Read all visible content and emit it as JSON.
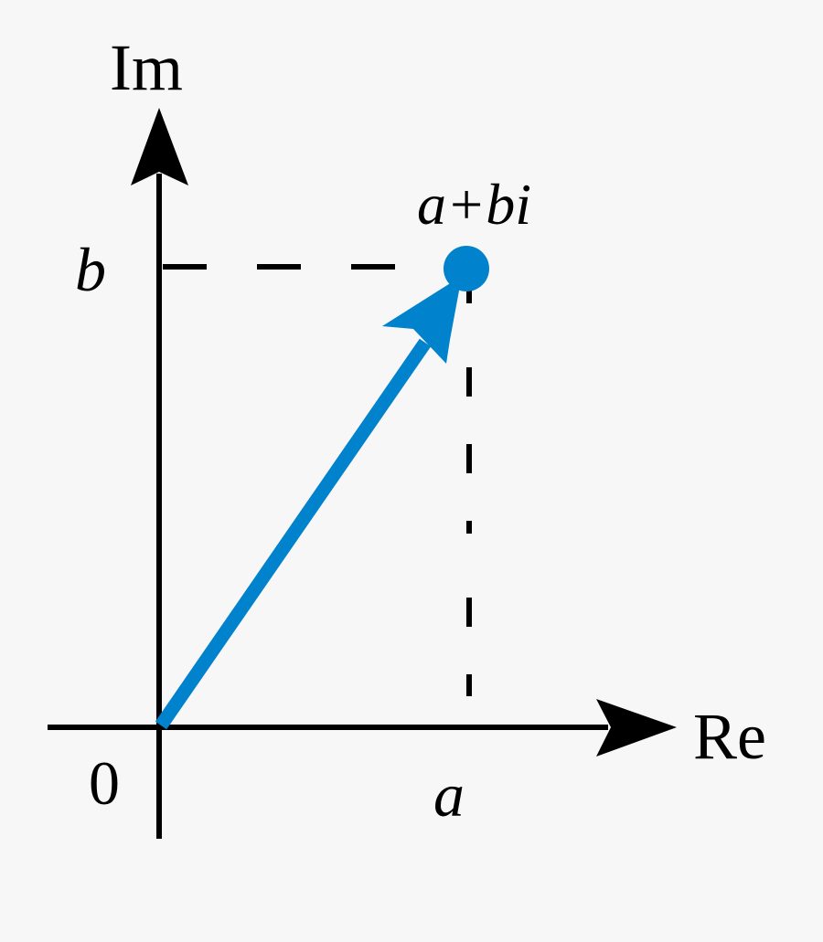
{
  "diagram": {
    "axis_labels": {
      "imaginary": "Im",
      "real": "Re"
    },
    "origin_label": "0",
    "point_label": "a+bi",
    "real_part_label": "a",
    "imaginary_part_label": "b",
    "colors": {
      "background": "#f7f7f7",
      "vector": "#0082cc",
      "axes": "#000000"
    }
  }
}
